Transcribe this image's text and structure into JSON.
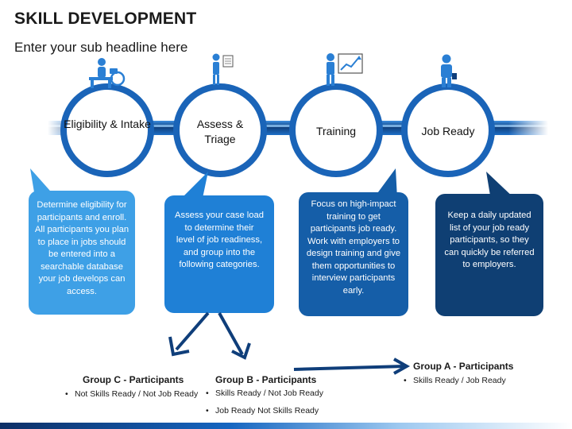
{
  "title": "SKILL DEVELOPMENT",
  "subtitle": "Enter your sub headline here",
  "steps": [
    {
      "label": "Eligibility & Intake",
      "icon": "person-at-desk-icon",
      "bubble_color": "#3ea0e6",
      "text": "Determine eligibility for participants and enroll. All participants you plan to place in jobs should be entered into a searchable database your job develops can access."
    },
    {
      "label": "Assess & Triage",
      "icon": "person-with-board-icon",
      "bubble_color": "#1f80d6",
      "text": "Assess your case load to determine their level of job readiness, and group into the following categories."
    },
    {
      "label": "Training",
      "icon": "presenter-with-chart-icon",
      "bubble_color": "#155ea8",
      "text": "Focus on high-impact training to get participants job ready. Work with employers to design training and give them opportunities to interview participants early."
    },
    {
      "label": "Job Ready",
      "icon": "businessman-icon",
      "bubble_color": "#0f3f73",
      "text": "Keep a daily updated list of your job ready participants, so they can quickly be referred to employers."
    }
  ],
  "groups": [
    {
      "title": "Group C - Participants",
      "items": [
        "Not Skills Ready / Not Job Ready"
      ]
    },
    {
      "title": "Group B - Participants",
      "items": [
        "Skills Ready / Not Job Ready",
        "Job Ready Not Skills Ready"
      ]
    },
    {
      "title": "Group A - Participants",
      "items": [
        "Skills Ready / Job Ready"
      ]
    }
  ],
  "colors": {
    "pipe_dark": "#0f3e7a",
    "pipe_mid": "#1e6fc8",
    "circle_ring": "#1a64b8",
    "arrow": "#0f3e7a"
  }
}
